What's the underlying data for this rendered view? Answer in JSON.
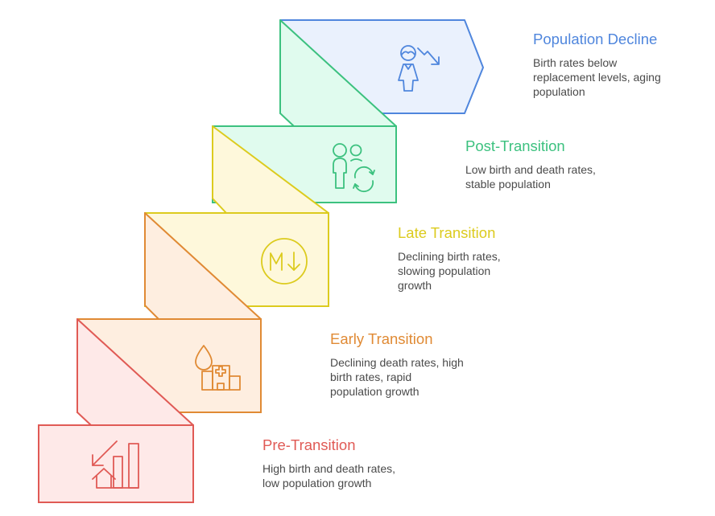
{
  "diagram": {
    "type": "staircase",
    "description": "Demographic transition stages as ascending folded steps"
  },
  "stages": [
    {
      "id": "population-decline",
      "title": "Population Decline",
      "description_lines": [
        "Birth rates below",
        "replacement levels, aging",
        "population"
      ],
      "icon": "person-declining-trend-icon",
      "stroke": "#4F86DD",
      "fill": "#EAF1FD",
      "title_color": "#4F86DD"
    },
    {
      "id": "post-transition",
      "title": "Post-Transition",
      "description_lines": [
        "Low birth and death rates,",
        "stable population"
      ],
      "icon": "people-cycle-icon",
      "stroke": "#3CC17F",
      "fill": "#E0FBEE",
      "title_color": "#3CC17F"
    },
    {
      "id": "late-transition",
      "title": "Late Transition",
      "description_lines": [
        "Declining birth rates,",
        "slowing population",
        "growth"
      ],
      "icon": "markdown-down-icon",
      "stroke": "#DCCB1E",
      "fill": "#FEF8DB",
      "title_color": "#DCCB1E"
    },
    {
      "id": "early-transition",
      "title": "Early Transition",
      "description_lines": [
        "Declining death rates, high",
        "birth rates, rapid",
        "population growth"
      ],
      "icon": "drop-hospital-icon",
      "stroke": "#E08A34",
      "fill": "#FEEEE0",
      "title_color": "#E08A34"
    },
    {
      "id": "pre-transition",
      "title": "Pre-Transition",
      "description_lines": [
        "High birth and death rates,",
        "low population growth"
      ],
      "icon": "house-bars-icon",
      "stroke": "#E05A55",
      "fill": "#FEE9E8",
      "title_color": "#E05A55"
    }
  ]
}
